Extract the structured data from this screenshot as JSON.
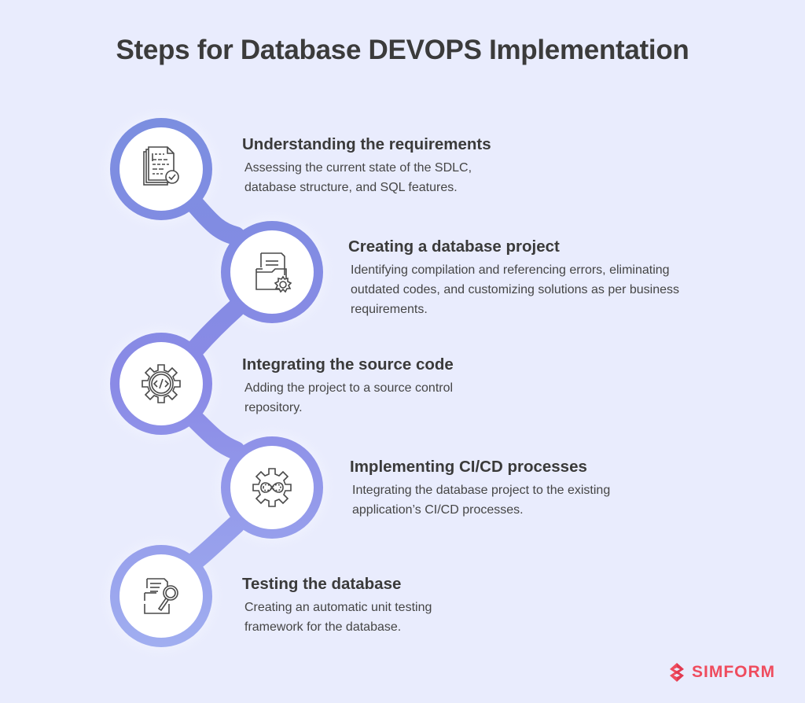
{
  "title": "Steps for Database DEVOPS Implementation",
  "colors": {
    "background": "#e9ecfd",
    "ring_top": "#7b8ee0",
    "ring_mid": "#8a8ae6",
    "ring_bottom": "#a0aef0",
    "circle_fill": "#ffffff",
    "title_text": "#3b3b3b",
    "body_text": "#454545",
    "icon_stroke": "#4a4a4a",
    "brand": "#ef4c5e"
  },
  "steps": [
    {
      "title": "Understanding the requirements",
      "description_lines": [
        "Assessing the current state of the SDLC,",
        "database structure, and SQL features."
      ],
      "icon": "documents-check-icon"
    },
    {
      "title": "Creating a database project",
      "description_lines": [
        "Identifying compilation and referencing errors, eliminating",
        "outdated codes, and customizing solutions as per business",
        "requirements."
      ],
      "icon": "folder-gear-icon"
    },
    {
      "title": "Integrating the source code",
      "description_lines": [
        "Adding the project to a source control",
        "repository."
      ],
      "icon": "gear-code-icon"
    },
    {
      "title": "Implementing CI/CD processes",
      "description_lines": [
        "Integrating the database project to the existing",
        "application’s CI/CD processes."
      ],
      "icon": "gear-infinity-icon"
    },
    {
      "title": "Testing the database",
      "description_lines": [
        "Creating an automatic unit testing",
        "framework for the database."
      ],
      "icon": "folder-search-icon"
    }
  ],
  "brand": {
    "name": "SIMFORM",
    "icon": "simform-logo-icon"
  }
}
